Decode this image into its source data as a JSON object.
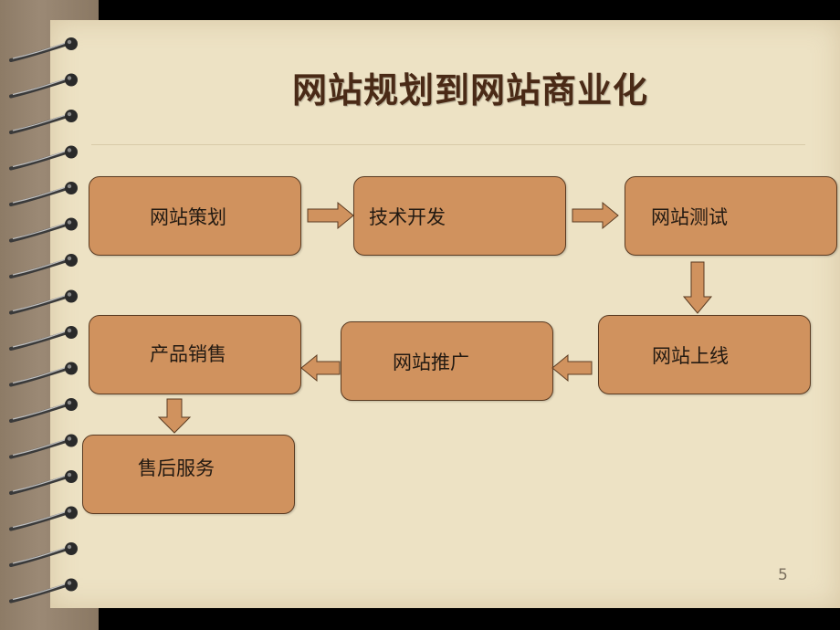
{
  "slide": {
    "title": "网站规划到网站商业化",
    "page_number": "5"
  },
  "diagram": {
    "type": "flowchart",
    "nodes": [
      {
        "id": "planning",
        "label": "网站策划"
      },
      {
        "id": "development",
        "label": "技术开发"
      },
      {
        "id": "testing",
        "label": "网站测试"
      },
      {
        "id": "launch",
        "label": "网站上线"
      },
      {
        "id": "promotion",
        "label": "网站推广"
      },
      {
        "id": "sales",
        "label": "产品销售"
      },
      {
        "id": "after_sales",
        "label": "售后服务"
      }
    ],
    "edges": [
      {
        "from": "planning",
        "to": "development"
      },
      {
        "from": "development",
        "to": "testing"
      },
      {
        "from": "testing",
        "to": "launch"
      },
      {
        "from": "launch",
        "to": "promotion"
      },
      {
        "from": "promotion",
        "to": "sales"
      },
      {
        "from": "sales",
        "to": "after_sales"
      }
    ]
  },
  "colors": {
    "box_fill": "#d0925e",
    "box_border": "#5a3b22",
    "arrow_fill": "#d0925e",
    "title_color": "#4a2a16",
    "paper": "#ede2c4"
  }
}
